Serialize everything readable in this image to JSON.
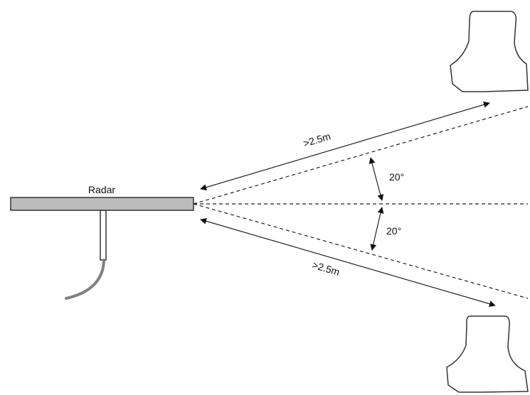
{
  "diagram": {
    "radar_label": "Radar",
    "angle_upper": "20°",
    "angle_lower": "20°",
    "distance_upper": ">2.5m",
    "distance_lower": ">2.5m"
  },
  "colors": {
    "radar_fill": "#bcbcbc",
    "outline": "#333333",
    "cable": "#808080",
    "line": "#222222"
  }
}
